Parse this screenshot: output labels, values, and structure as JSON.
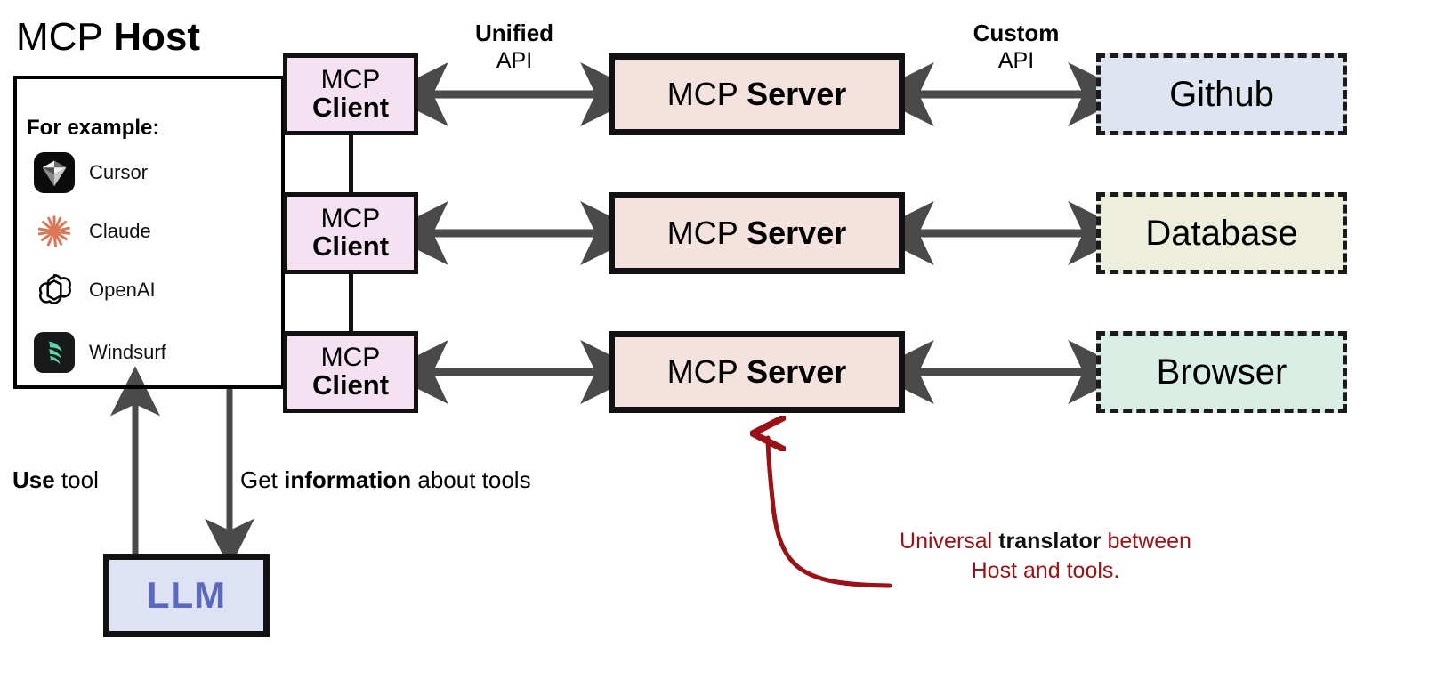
{
  "host": {
    "title_light": "MCP ",
    "title_bold": "Host",
    "for_example_label": "For example:",
    "examples": [
      {
        "name": "Cursor",
        "icon": "cursor-icon"
      },
      {
        "name": "Claude",
        "icon": "claude-icon"
      },
      {
        "name": "OpenAI",
        "icon": "openai-icon"
      },
      {
        "name": "Windsurf",
        "icon": "windsurf-icon"
      }
    ]
  },
  "clients": [
    {
      "line1": "MCP",
      "line2": "Client"
    },
    {
      "line1": "MCP",
      "line2": "Client"
    },
    {
      "line1": "MCP",
      "line2": "Client"
    }
  ],
  "servers": [
    {
      "light": "MCP ",
      "bold": "Server"
    },
    {
      "light": "MCP ",
      "bold": "Server"
    },
    {
      "light": "MCP ",
      "bold": "Server"
    }
  ],
  "targets": [
    {
      "label": "Github",
      "fill": "#dfe4f1"
    },
    {
      "label": "Database",
      "fill": "#edeedc"
    },
    {
      "label": "Browser",
      "fill": "#d9eee5"
    }
  ],
  "labels": {
    "unified_api_l1": "Unified",
    "unified_api_l2": "API",
    "custom_api_l1": "Custom",
    "custom_api_l2": "API",
    "use_tool_bold": "Use",
    "use_tool_rest": " tool",
    "get_info_pre": "Get ",
    "get_info_bold": "information",
    "get_info_post": " about tools"
  },
  "llm": {
    "label": "LLM"
  },
  "note": {
    "pre": "Universal ",
    "bold": "translator",
    "post": " between",
    "line2": "Host and tools."
  },
  "colors": {
    "client_fill": "#f4e1f2",
    "server_fill": "#f3e2de",
    "llm_fill": "#dde2f4",
    "llm_text": "#5a68c0",
    "arrow_gray": "#4a4a4a",
    "note_red": "#9c1115",
    "claude_coral": "#d97757",
    "windsurf_teal": "#58d6a8",
    "outline_black": "#111111"
  }
}
